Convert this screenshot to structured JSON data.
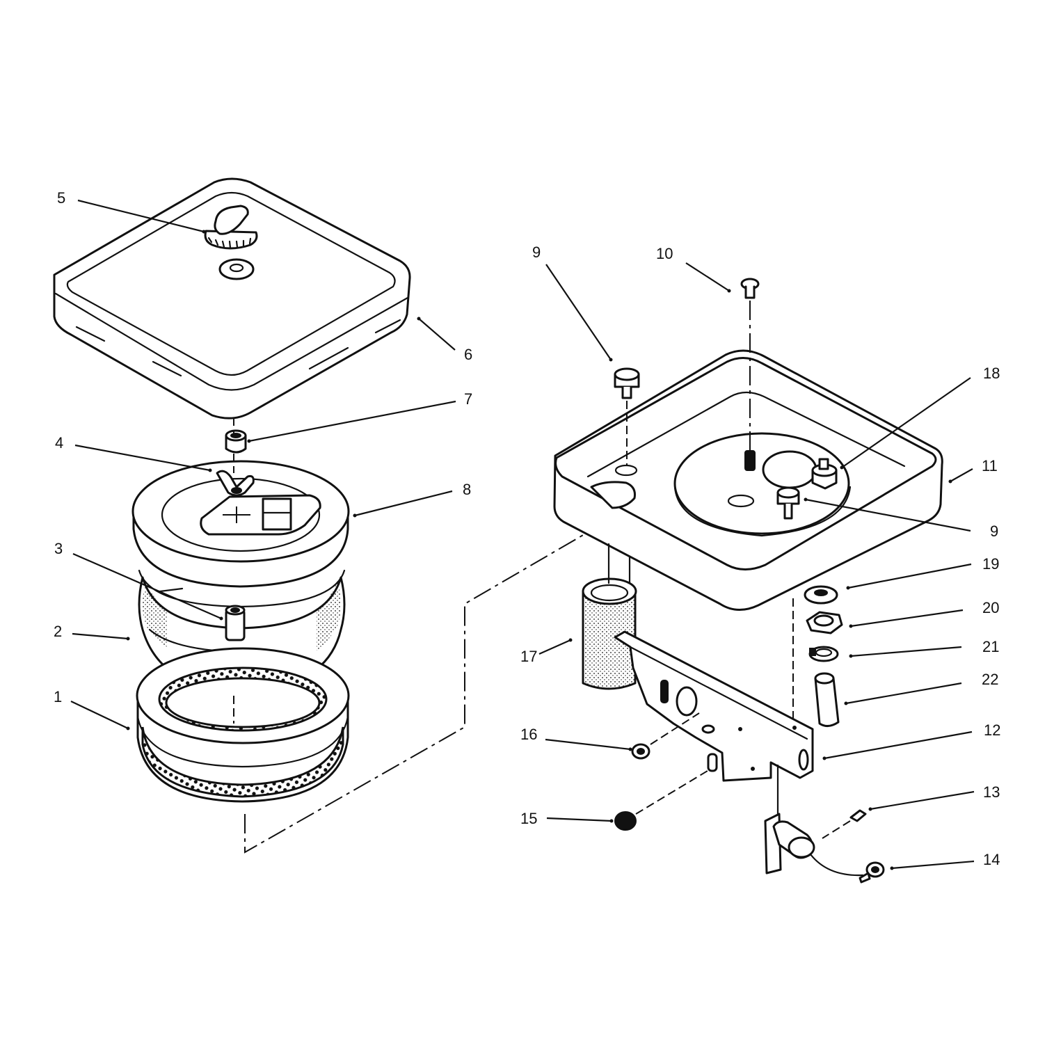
{
  "callouts": {
    "c1": "1",
    "c2": "2",
    "c3": "3",
    "c4": "4",
    "c5": "5",
    "c6": "6",
    "c7": "7",
    "c8": "8",
    "c9a": "9",
    "c9b": "9",
    "c10": "10",
    "c11": "11",
    "c12": "12",
    "c13": "13",
    "c14": "14",
    "c15": "15",
    "c16": "16",
    "c17": "17",
    "c18": "18",
    "c19": "19",
    "c20": "20",
    "c21": "21",
    "c22": "22"
  },
  "colors": {
    "ink": "#111111",
    "paper": "#ffffff"
  }
}
